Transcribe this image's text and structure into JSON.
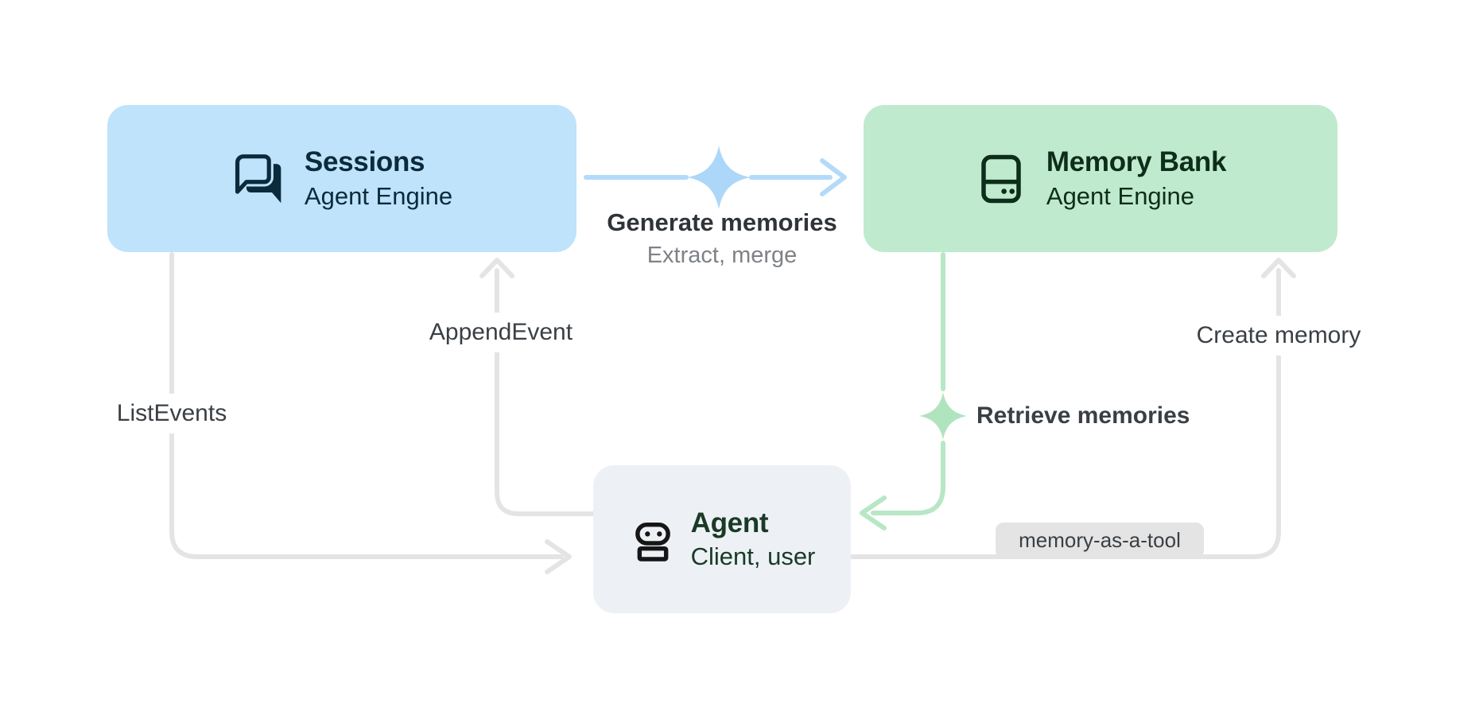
{
  "nodes": {
    "sessions": {
      "title": "Sessions",
      "subtitle": "Agent Engine"
    },
    "memory_bank": {
      "title": "Memory Bank",
      "subtitle": "Agent Engine"
    },
    "agent": {
      "title": "Agent",
      "subtitle": "Client, user"
    }
  },
  "edges": {
    "generate_memories": {
      "label": "Generate memories",
      "sublabel": "Extract, merge"
    },
    "append_event": {
      "label": "AppendEvent"
    },
    "list_events": {
      "label": "ListEvents"
    },
    "retrieve_memories": {
      "label": "Retrieve memories"
    },
    "create_memory": {
      "label": "Create memory"
    },
    "memory_as_a_tool": {
      "label": "memory-as-a-tool"
    }
  },
  "icons": {
    "sessions": "chat-forum-icon",
    "memory_bank": "storage-icon",
    "agent": "robot-icon",
    "generate": "sparkle-icon",
    "retrieve": "sparkle-icon"
  },
  "colors": {
    "background": "#FFFFFF",
    "sessions_fill": "#BEE3FB",
    "sessions_ink": "#0B2A3C",
    "memory_fill": "#C0EACE",
    "memory_ink": "#0D2E1A",
    "agent_fill": "#EDF1F6",
    "agent_ink": "#1B3A26",
    "agent_icon_ink": "#161616",
    "blue_edge": "#B3DBF9",
    "blue_sparkle": "#ACD7F8",
    "green_edge": "#B7E7C4",
    "green_sparkle": "#B0E4BF",
    "gray_edge": "#E4E4E4",
    "label_ink": "#3A3F44",
    "sublabel_ink": "#7E8287",
    "badge_fill": "#E4E4E4"
  }
}
